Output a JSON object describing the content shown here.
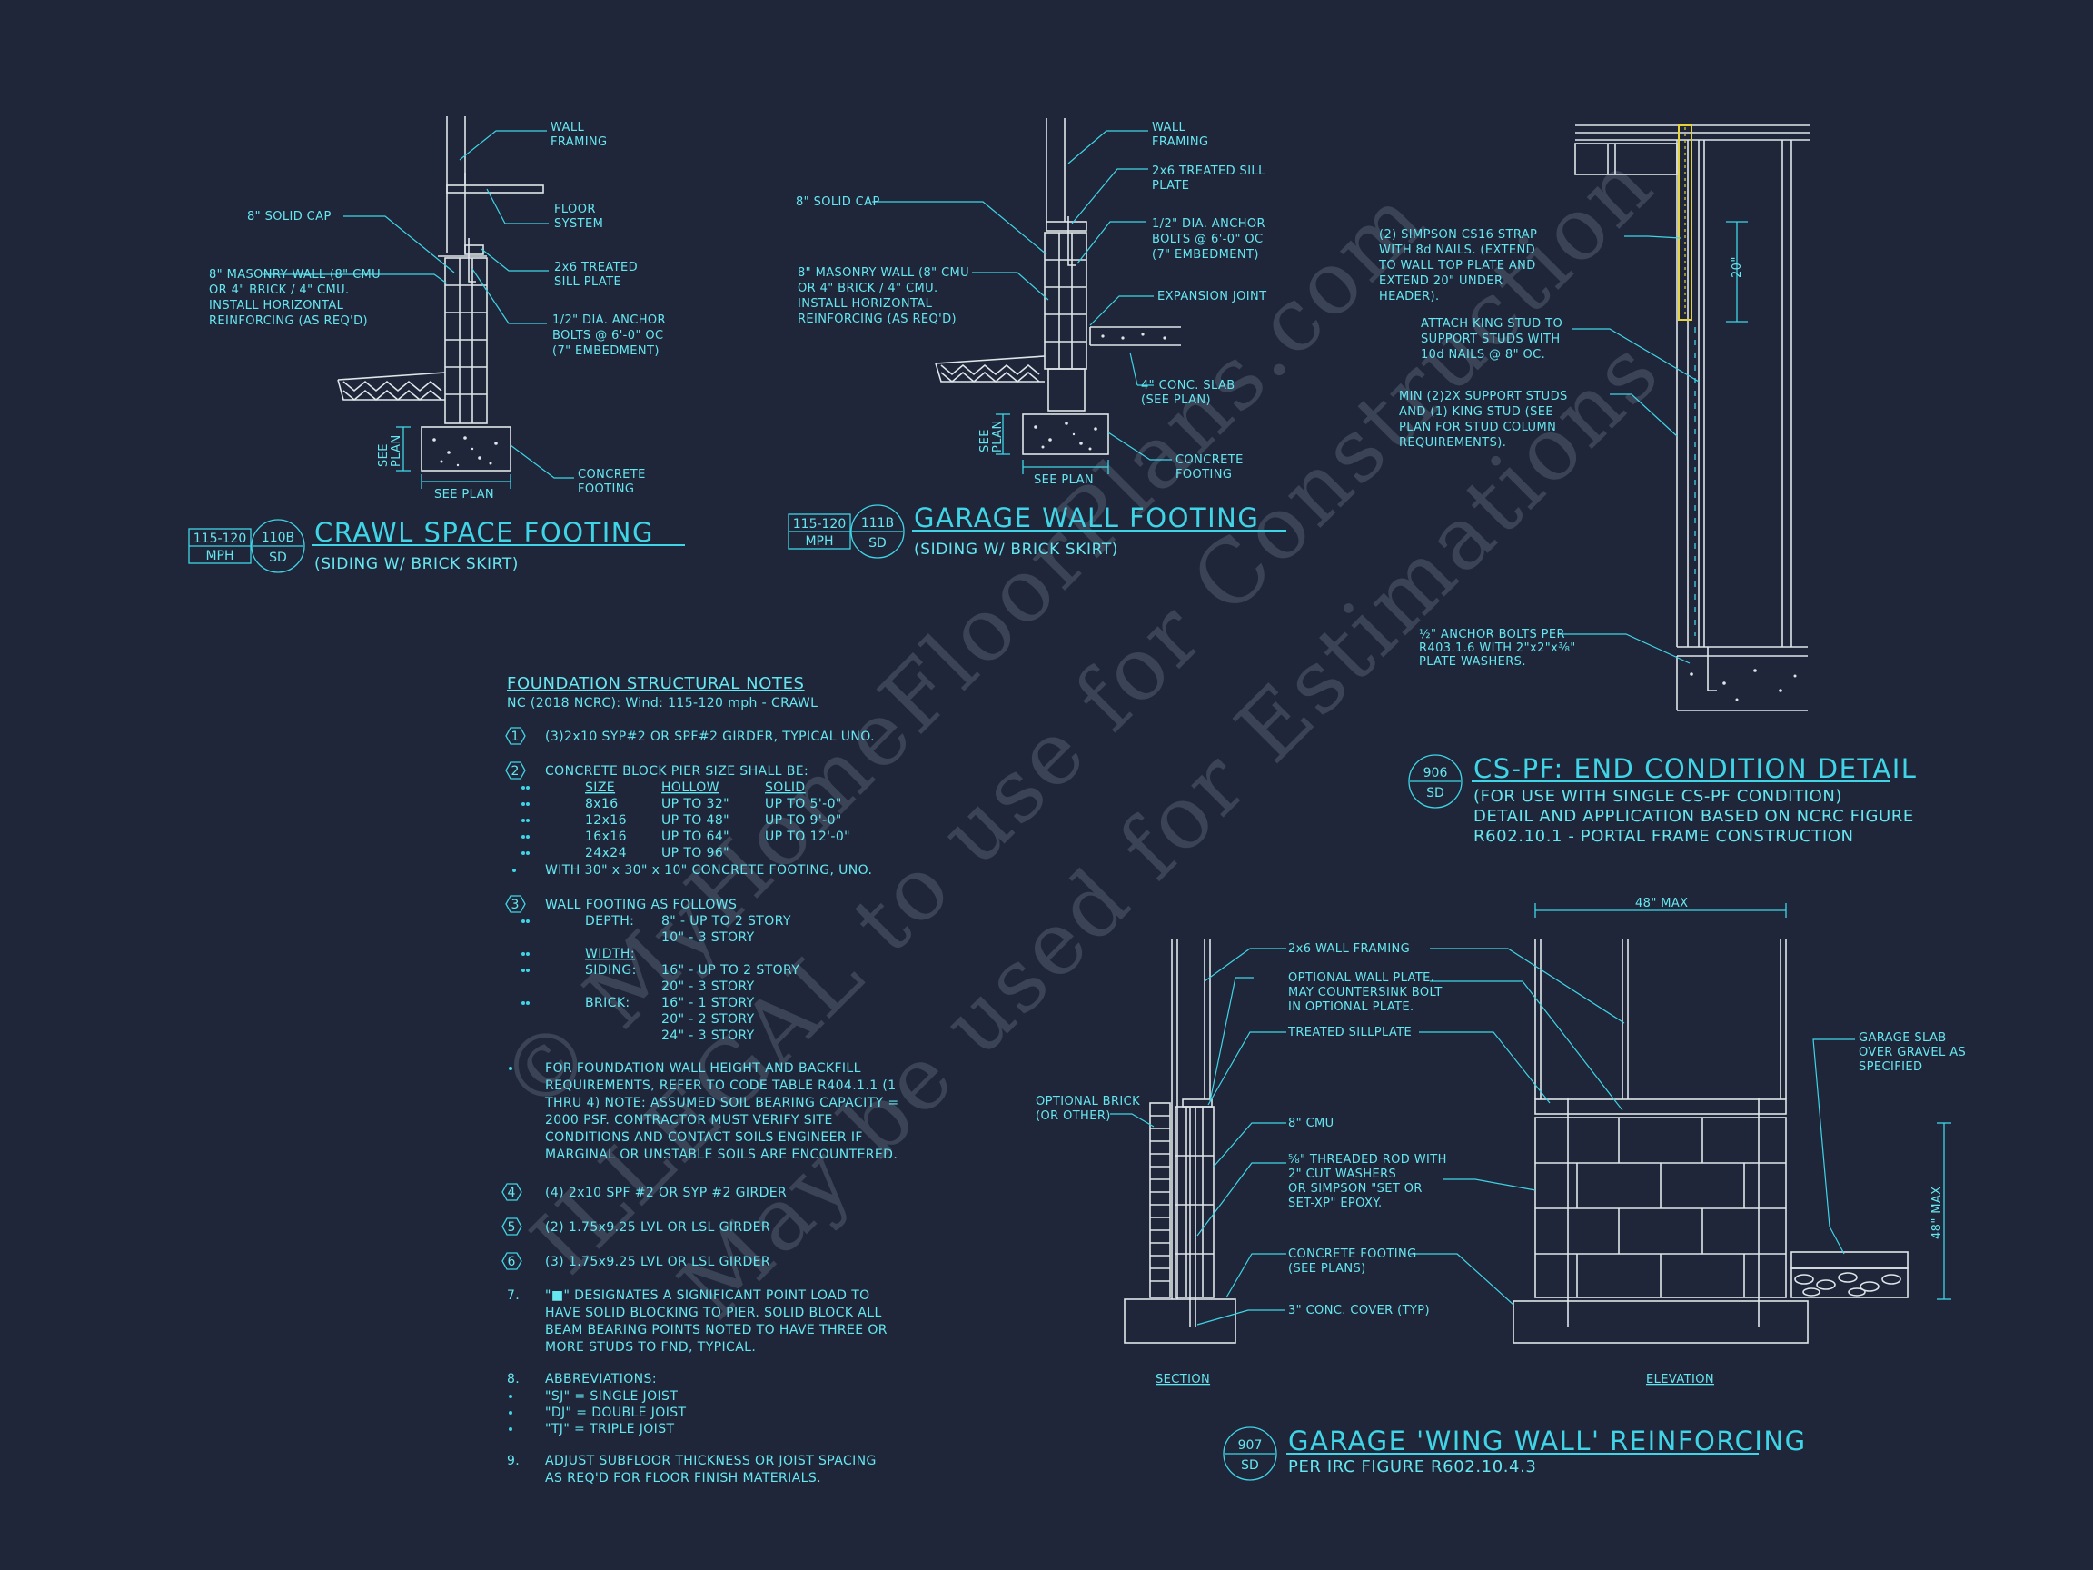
{
  "watermark": {
    "line1": "© MyHomeFloorPlans.com",
    "line2": "ILLEGAL to use for Construction",
    "line3": "May be used for Estimations"
  },
  "crawl_detail": {
    "title": "CRAWL SPACE FOOTING",
    "subtitle": "(SIDING W/ BRICK SKIRT)",
    "wind_top": "115-120",
    "wind_bottom": "MPH",
    "bubble_top": "110B",
    "bubble_bottom": "SD",
    "callouts": {
      "wall_framing": [
        "WALL",
        "FRAMING"
      ],
      "solid_cap": [
        "8\" SOLID CAP"
      ],
      "floor_system": [
        "FLOOR",
        "SYSTEM"
      ],
      "masonry_wall": [
        "8\" MASONRY WALL (8\" CMU",
        "OR 4\" BRICK / 4\" CMU.",
        "INSTALL HORIZONTAL",
        "REINFORCING (AS REQ'D)"
      ],
      "treated_plate": [
        "2x6 TREATED",
        "SILL PLATE"
      ],
      "anchor_bolts": [
        "1/2\" DIA. ANCHOR",
        "BOLTS @ 6'-0\" OC",
        "(7\" EMBEDMENT)"
      ],
      "concrete_footing": [
        "CONCRETE",
        "FOOTING"
      ],
      "see_plan": "SEE PLAN",
      "see_plan_vertical": [
        "SEE",
        "PLAN"
      ]
    }
  },
  "garage_detail": {
    "title": "GARAGE WALL FOOTING",
    "subtitle": "(SIDING W/ BRICK SKIRT)",
    "wind_top": "115-120",
    "wind_bottom": "MPH",
    "bubble_top": "111B",
    "bubble_bottom": "SD",
    "callouts": {
      "wall_framing": [
        "WALL",
        "FRAMING"
      ],
      "treated_sill": [
        "2x6 TREATED SILL",
        "PLATE"
      ],
      "solid_cap": [
        "8\" SOLID CAP"
      ],
      "anchor_bolts": [
        "1/2\" DIA. ANCHOR",
        "BOLTS @ 6'-0\" OC",
        "(7\" EMBEDMENT)"
      ],
      "masonry_wall": [
        "8\" MASONRY WALL (8\" CMU",
        "OR 4\" BRICK / 4\" CMU.",
        "INSTALL HORIZONTAL",
        "REINFORCING (AS REQ'D)"
      ],
      "expansion_joint": [
        "EXPANSION JOINT"
      ],
      "conc_slab": [
        "4\" CONC. SLAB",
        "(SEE PLAN)"
      ],
      "concrete_footing": [
        "CONCRETE",
        "FOOTING"
      ],
      "see_plan": "SEE PLAN",
      "see_plan_vertical": [
        "SEE",
        "PLAN"
      ]
    }
  },
  "end_detail": {
    "title": "CS-PF: END CONDITION DETAIL",
    "bubble_top": "906",
    "bubble_bottom": "SD",
    "subtitle_lines": [
      "(FOR USE WITH SINGLE CS-PF CONDITION)",
      "DETAIL AND APPLICATION BASED ON NCRC FIGURE",
      "R602.10.1 - PORTAL FRAME CONSTRUCTION"
    ],
    "dimension": "20\"",
    "callouts": {
      "strap": [
        "(2) SIMPSON CS16 STRAP",
        "WITH 8d NAILS. (EXTEND",
        "TO WALL TOP PLATE AND",
        "EXTEND 20\" UNDER",
        "HEADER)."
      ],
      "king_stud": [
        "ATTACH KING STUD TO",
        "SUPPORT STUDS WITH",
        "10d NAILS @ 8\" OC."
      ],
      "support_studs": [
        "MIN (2)2X SUPPORT STUDS",
        "AND (1) KING STUD (SEE",
        "PLAN FOR STUD COLUMN",
        "REQUIREMENTS)."
      ],
      "anchor": [
        "½\" ANCHOR BOLTS PER",
        "R403.1.6 WITH 2\"x2\"x⅜\"",
        "PLATE WASHERS."
      ]
    }
  },
  "wing_detail": {
    "title": "GARAGE 'WING WALL' REINFORCING",
    "subtitle": "PER IRC FIGURE R602.10.4.3",
    "bubble_top": "907",
    "bubble_bottom": "SD",
    "section_label": "SECTION",
    "elevation_label": "ELEVATION",
    "dim_top": "48\" MAX",
    "dim_side": "48\" MAX",
    "callouts": {
      "wall_framing": [
        "2x6 WALL FRAMING"
      ],
      "optional_plate": [
        "OPTIONAL WALL PLATE.",
        "MAY COUNTERSINK BOLT",
        "IN OPTIONAL PLATE."
      ],
      "sillplate": [
        "TREATED SILLPLATE"
      ],
      "optional_brick": [
        "OPTIONAL BRICK",
        "(OR OTHER)"
      ],
      "cmu": [
        "8\" CMU"
      ],
      "rod": [
        "⅝\" THREADED ROD WITH",
        "2\" CUT WASHERS",
        "OR SIMPSON \"SET OR",
        "SET-XP\" EPOXY."
      ],
      "footing": [
        "CONCRETE FOOTING",
        "(SEE PLANS)"
      ],
      "cover": [
        "3\" CONC. COVER (TYP)"
      ],
      "garage_slab": [
        "GARAGE SLAB",
        "OVER GRAVEL AS",
        "SPECIFIED"
      ]
    }
  },
  "notes": {
    "title": "FOUNDATION STRUCTURAL NOTES",
    "subtitle": "NC (2018 NCRC): Wind: 115-120 mph - CRAWL",
    "n1": "(3)2x10 SYP#2 OR SPF#2 GIRDER, TYPICAL UNO.",
    "n2": "CONCRETE BLOCK PIER SIZE SHALL BE:",
    "pier_headers": [
      "SIZE",
      "HOLLOW",
      "SOLID"
    ],
    "pier_rows": [
      [
        "8x16",
        "UP TO 32\"",
        "UP TO 5'-0\""
      ],
      [
        "12x16",
        "UP TO 48\"",
        "UP TO 9'-0\""
      ],
      [
        "16x16",
        "UP TO 64\"",
        "UP TO 12'-0\""
      ],
      [
        "24x24",
        "UP TO 96\"",
        ""
      ]
    ],
    "pier_footing": "WITH 30\" x 30\" x 10\" CONCRETE FOOTING, UNO.",
    "n3": "WALL FOOTING AS FOLLOWS",
    "depth_label": "DEPTH:",
    "depth_1": "8\" - UP TO 2 STORY",
    "depth_2": "10\" - 3 STORY",
    "width_label": "WIDTH:",
    "siding_label": "SIDING:",
    "siding_1": "16\" - UP TO 2 STORY",
    "siding_2": "20\" - 3 STORY",
    "brick_label": "BRICK:",
    "brick_1": "16\" - 1 STORY",
    "brick_2": "20\" - 2 STORY",
    "brick_3": "24\" - 3 STORY",
    "soil": [
      "FOR FOUNDATION WALL HEIGHT AND BACKFILL",
      "REQUIREMENTS, REFER TO CODE TABLE R404.1.1 (1",
      "THRU 4) NOTE: ASSUMED SOIL BEARING CAPACITY =",
      "2000 PSF. CONTRACTOR MUST VERIFY SITE",
      "CONDITIONS AND CONTACT SOILS ENGINEER IF",
      "MARGINAL OR UNSTABLE SOILS ARE ENCOUNTERED."
    ],
    "n4": "(4) 2x10 SPF #2 OR SYP #2 GIRDER",
    "n5": "(2) 1.75x9.25 LVL OR LSL GIRDER",
    "n6": "(3) 1.75x9.25 LVL OR LSL GIRDER",
    "n7": [
      "\"■\" DESIGNATES A SIGNIFICANT POINT LOAD TO",
      "HAVE SOLID BLOCKING TO  PIER. SOLID BLOCK ALL",
      "BEAM BEARING POINTS NOTED TO HAVE THREE OR",
      "MORE STUDS TO FND, TYPICAL."
    ],
    "n8": "ABBREVIATIONS:",
    "abbr": [
      "\"SJ\" = SINGLE JOIST",
      "\"DJ\" = DOUBLE JOIST",
      "\"TJ\" = TRIPLE JOIST"
    ],
    "n9": [
      "ADJUST SUBFLOOR THICKNESS OR JOIST SPACING",
      "AS REQ'D FOR FLOOR FINISH MATERIALS."
    ],
    "numbers": [
      "1",
      "2",
      "3",
      "4",
      "5",
      "6",
      "7.",
      "8.",
      "9."
    ]
  },
  "colors": {
    "background": "#1f2639",
    "cyan": "#3fd5e6",
    "linework": "#dfe6ea",
    "strap": "#e6d23a",
    "watermark": "#3b4356"
  }
}
